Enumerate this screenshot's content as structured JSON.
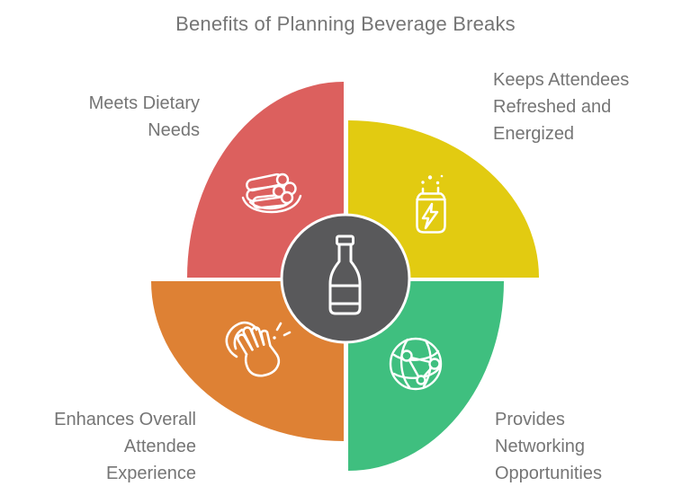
{
  "title": "Benefits of Planning Beverage Breaks",
  "colors": {
    "background": "#FFFFFF",
    "red": "#DC605E",
    "yellow": "#E2CB11",
    "orange": "#DE8134",
    "green": "#3FBF7F",
    "center_gray": "#59595B",
    "text_gray": "#757575",
    "icon_stroke": "#FFFFFF"
  },
  "center": {
    "icon": "wine-bottle-icon",
    "color_key": "center_gray"
  },
  "segments": {
    "dietary": {
      "label": "Meets Dietary Needs",
      "position": "top-left",
      "color_key": "red",
      "icon": "plate-of-rolls-icon"
    },
    "refreshed": {
      "label": "Keeps Attendees Refreshed and Energized",
      "position": "top-right",
      "color_key": "yellow",
      "icon": "energy-drink-can-icon"
    },
    "networking": {
      "label": "Provides Networking Opportunities",
      "position": "bottom-right",
      "color_key": "green",
      "icon": "network-globe-icon"
    },
    "experience": {
      "label": "Enhances Overall Attendee Experience",
      "position": "bottom-left",
      "color_key": "orange",
      "icon": "clapping-hands-icon"
    }
  }
}
